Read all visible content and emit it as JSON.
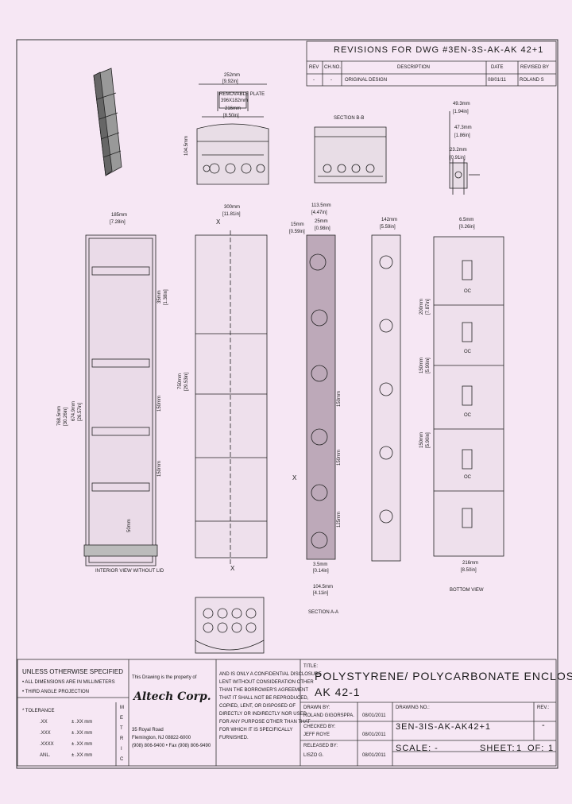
{
  "revisions": {
    "title": "REVISIONS FOR DWG #3EN-3S-AK-AK 42+1",
    "headers": [
      "REV",
      "CH.NO.",
      "DESCRIPTION",
      "DATE",
      "REVISED BY"
    ],
    "rows": [
      {
        "rev": "-",
        "ch_no": "-",
        "description": "ORIGINAL DESIGN",
        "date": "08/01/11",
        "revised_by": "ROLAND S"
      }
    ]
  },
  "dimensions": {
    "top_width": "252mm",
    "top_width_in": "[9.92in]",
    "removable_plate": "REMOVABLE PLATE",
    "plate_size": "396X182mm",
    "inner_width": "216mm",
    "inner_width_in": "[8.50in]",
    "depth_left": "104.5mm",
    "section_bb": "SECTION B-B",
    "d_49": "49.3mm",
    "d_49_in": "[1.94in]",
    "d_47": "47.3mm",
    "d_47_in": "[1.86in]",
    "d_23": "23.2mm",
    "d_23_in": "[0.91in]",
    "d_65": "6.5mm",
    "d_65_in": "[0.26in]",
    "front_width": "185mm",
    "front_width_in": "[7.28in]",
    "side_width": "300mm",
    "side_width_in": "[11.81in]",
    "sec_width": "113.5mm",
    "sec_width_in": "[4.47in]",
    "d_15": "15mm",
    "d_15_in": "[0.59in]",
    "d_25": "25mm",
    "d_25_in": "[0.98in]",
    "bottom_w": "142mm",
    "bottom_w_in": "[5.59in]",
    "left_outer": "768.5mm",
    "left_outer_in": "[30.26in]",
    "left_inner": "674.9mm",
    "left_inner_in": "[26.57in]",
    "d_35": "35mm",
    "d_35_in": "[1.38in]",
    "height_750": "750mm",
    "height_750_in": "[29.53in]",
    "d_150a": "150mm",
    "d_150b": "150mm",
    "d_50": "50mm",
    "d_150c": "150mm",
    "d_150d": "150mm",
    "d_200": "200mm",
    "d_200_in": "[7.87in]",
    "d_125": "125mm",
    "d_150e": "150mm",
    "d_150e_in": "[5.90in]",
    "d_150f": "150mm",
    "d_150f_in": "[5.90in]",
    "d_35b": "3.5mm",
    "d_35b_in": "[0.14in]",
    "d_1045": "104.5mm",
    "d_1045_in": "[4.11in]",
    "bottom_216": "216mm",
    "bottom_216_in": "[8.50in]",
    "interior_view": "INTERIOR VIEW WITHOUT LID",
    "section_aa": "SECTION A-A",
    "bottom_view": "BOTTOM VIEW",
    "label_x": "X",
    "label_oc": "OC"
  },
  "titleblock": {
    "unless": "UNLESS OTHERWISE SPECIFIED",
    "all_dims": "• ALL DIMENSIONS ARE IN MILLIMETERS",
    "projection": "• THIRD ANGLE PROJECTION",
    "tolerance": "* TOLERANCE",
    "tol_rows": [
      {
        "k": ".XX",
        "v": "± .XX mm"
      },
      {
        "k": ".XXX",
        "v": "± .XX mm"
      },
      {
        "k": ".XXXX",
        "v": "± .XX mm"
      },
      {
        "k": "ANL.",
        "v": "± .XX mm"
      }
    ],
    "metric": [
      "M",
      "E",
      "T",
      "R",
      "I",
      "C"
    ],
    "property": "This Drawing is the property of",
    "logo": "Altech Corp.",
    "addr1": "35 Royal Road",
    "addr2": "Flemington, NJ 08822-6000",
    "addr3": "(908) 806-9400 • Fax (908) 806-9490",
    "disclaimer": [
      "AND IS ONLY A CONFIDENTIAL DISCLOSURE",
      "LENT WITHOUT CONSIDERATION OTHER",
      "THAN THE BORROWER'S AGREEMENT",
      "THAT IT SHALL NOT BE REPRODUCED,",
      "COPIED, LENT, OR DISPOSED OF",
      "DIRECTLY OR INDIRECTLY NOR USED",
      "FOR ANY PURPOSE OTHER THAN THAT",
      "FOR WHICH IT IS SPECIFICALLY",
      "FURNISHED."
    ],
    "title_label": "TITLE:",
    "title_line1": "POLYSTYRENE/ POLYCARBONATE ENCLOSURE",
    "title_line2": "AK 42-1",
    "drawn_label": "DRAWN BY:",
    "drawn_name": "ROLAND GIGORSPPA.",
    "drawn_date": "08/01/2011",
    "checked_label": "CHECKED BY:",
    "checked_name": "JEFF ROYE",
    "checked_date": "08/01/2011",
    "released_label": "RELEASED BY:",
    "released_name": "LISZO G.",
    "released_date": "08/01/2011",
    "dwgno_label": "DRAWING NO.:",
    "dwgno": "3EN-3IS-AK-AK42+1",
    "rev_label": "REV.:",
    "rev": "-",
    "scale": "SCALE: -",
    "sheet": "SHEET:",
    "sheet_no": "1",
    "of": "OF:",
    "of_no": "1"
  }
}
